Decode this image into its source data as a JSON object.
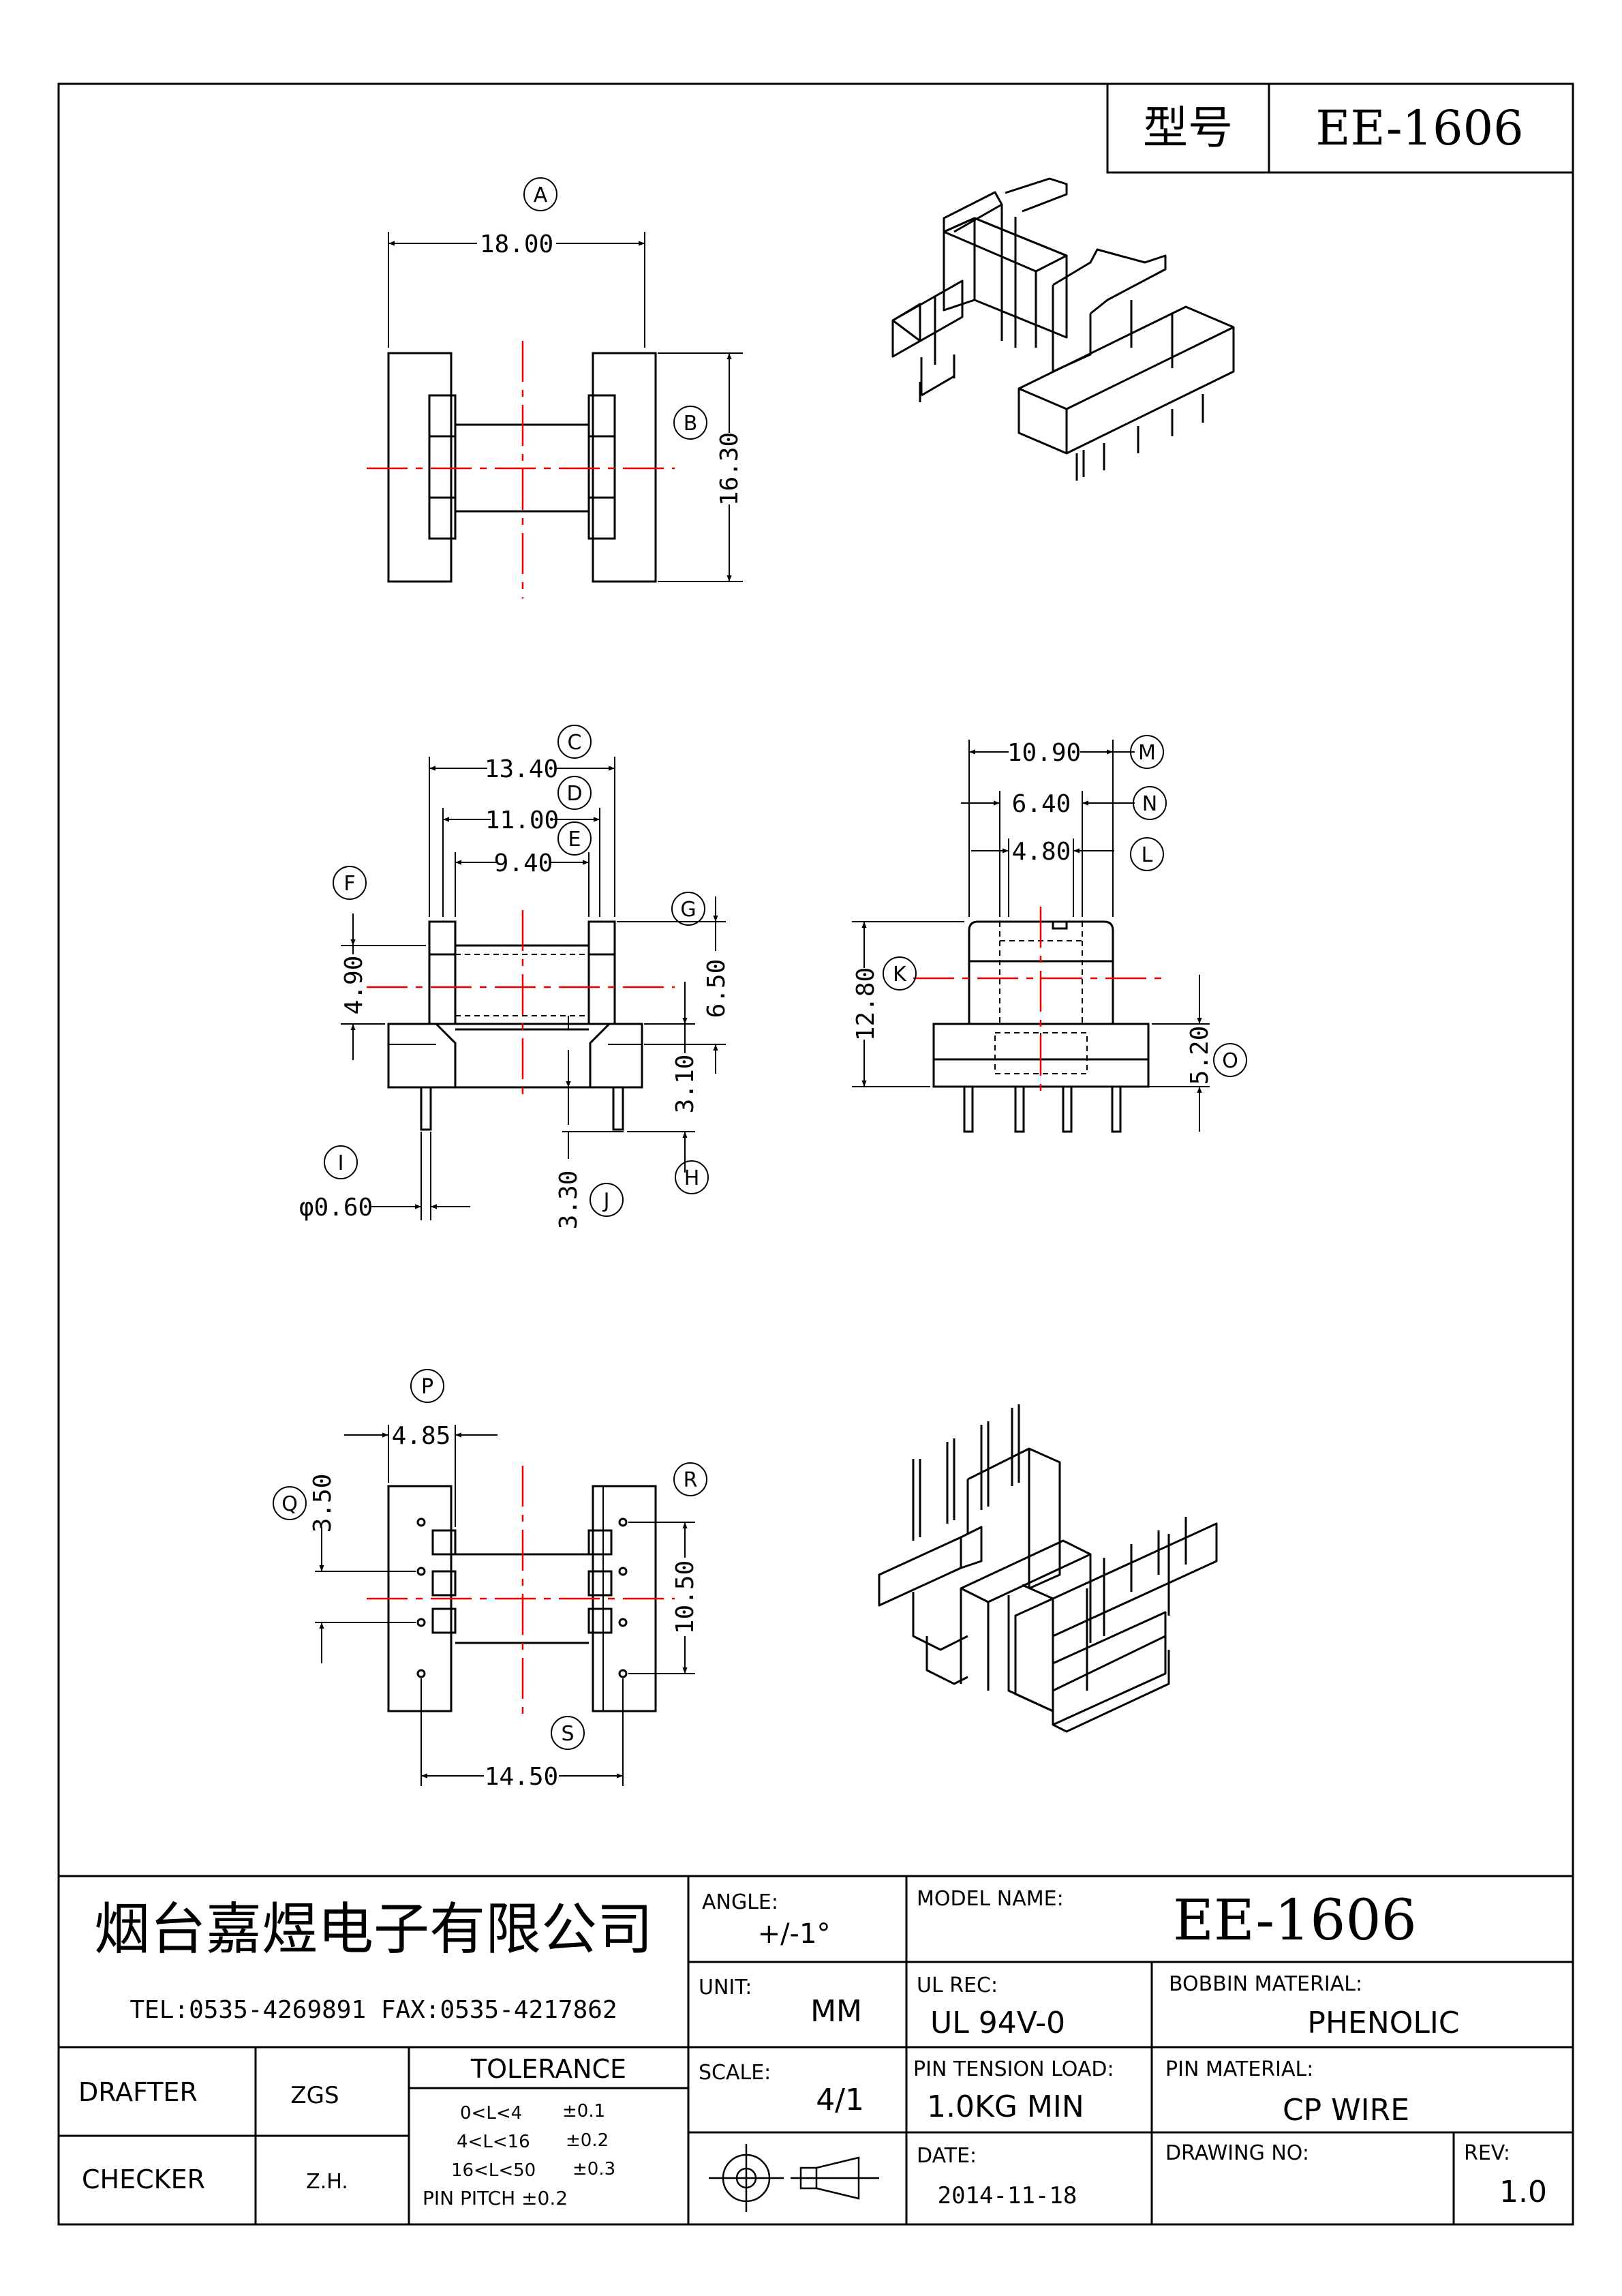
{
  "header": {
    "type_label": "型号",
    "model": "EE-1606"
  },
  "views": {
    "top": {
      "A": {
        "letter": "A",
        "value": "18.00"
      },
      "B": {
        "letter": "B",
        "value": "16.30"
      }
    },
    "front": {
      "C": {
        "letter": "C",
        "value": "13.40"
      },
      "D": {
        "letter": "D",
        "value": "11.00"
      },
      "E": {
        "letter": "E",
        "value": "9.40"
      },
      "F": {
        "letter": "F",
        "value": "4.90"
      },
      "G": {
        "letter": "G",
        "value": "6.50"
      },
      "H": {
        "letter": "H",
        "value": "3.10"
      },
      "I": {
        "letter": "I",
        "value": "φ0.60"
      },
      "J": {
        "letter": "J",
        "value": "3.30"
      }
    },
    "side": {
      "K": {
        "letter": "K",
        "value": "12.80"
      },
      "L": {
        "letter": "L",
        "value": "4.80"
      },
      "M": {
        "letter": "M",
        "value": "10.90"
      },
      "N": {
        "letter": "N",
        "value": "6.40"
      },
      "O": {
        "letter": "O",
        "value": "5.20"
      }
    },
    "bottom": {
      "P": {
        "letter": "P",
        "value": "4.85"
      },
      "Q": {
        "letter": "Q",
        "value": "3.50"
      },
      "R": {
        "letter": "R",
        "value": "10.50"
      },
      "S": {
        "letter": "S",
        "value": "14.50"
      }
    }
  },
  "title_block": {
    "company": "烟台嘉煜电子有限公司",
    "contact": "TEL:0535-4269891   FAX:0535-4217862",
    "angle_label": "ANGLE:",
    "angle_value": "+/-1°",
    "unit_label": "UNIT:",
    "unit_value": "MM",
    "scale_label": "SCALE:",
    "scale_value": "4/1",
    "model_name_label": "MODEL NAME:",
    "model_name_value": "EE-1606",
    "ul_label": "UL REC:",
    "ul_value": "UL 94V-0",
    "bobbin_label": "BOBBIN MATERIAL:",
    "bobbin_value": "PHENOLIC",
    "pin_tension_label": "PIN TENSION LOAD:",
    "pin_tension_value": "1.0KG MIN",
    "pin_material_label": "PIN MATERIAL:",
    "pin_material_value": "CP WIRE",
    "date_label": "DATE:",
    "date_value": "2014-11-18",
    "drawing_no_label": "DRAWING NO:",
    "rev_label": "REV:",
    "rev_value": "1.0",
    "drafter_label": "DRAFTER",
    "drafter_value": "ZGS",
    "checker_label": "CHECKER",
    "checker_value": "Z.H.",
    "tolerance_label": "TOLERANCE",
    "tol1": "0<L<4",
    "tol1v": "±0.1",
    "tol2": "4<L<16",
    "tol2v": "±0.2",
    "tol3": "16<L<50",
    "tol3v": "±0.3",
    "tol4": "PIN PITCH  ±0.2"
  }
}
